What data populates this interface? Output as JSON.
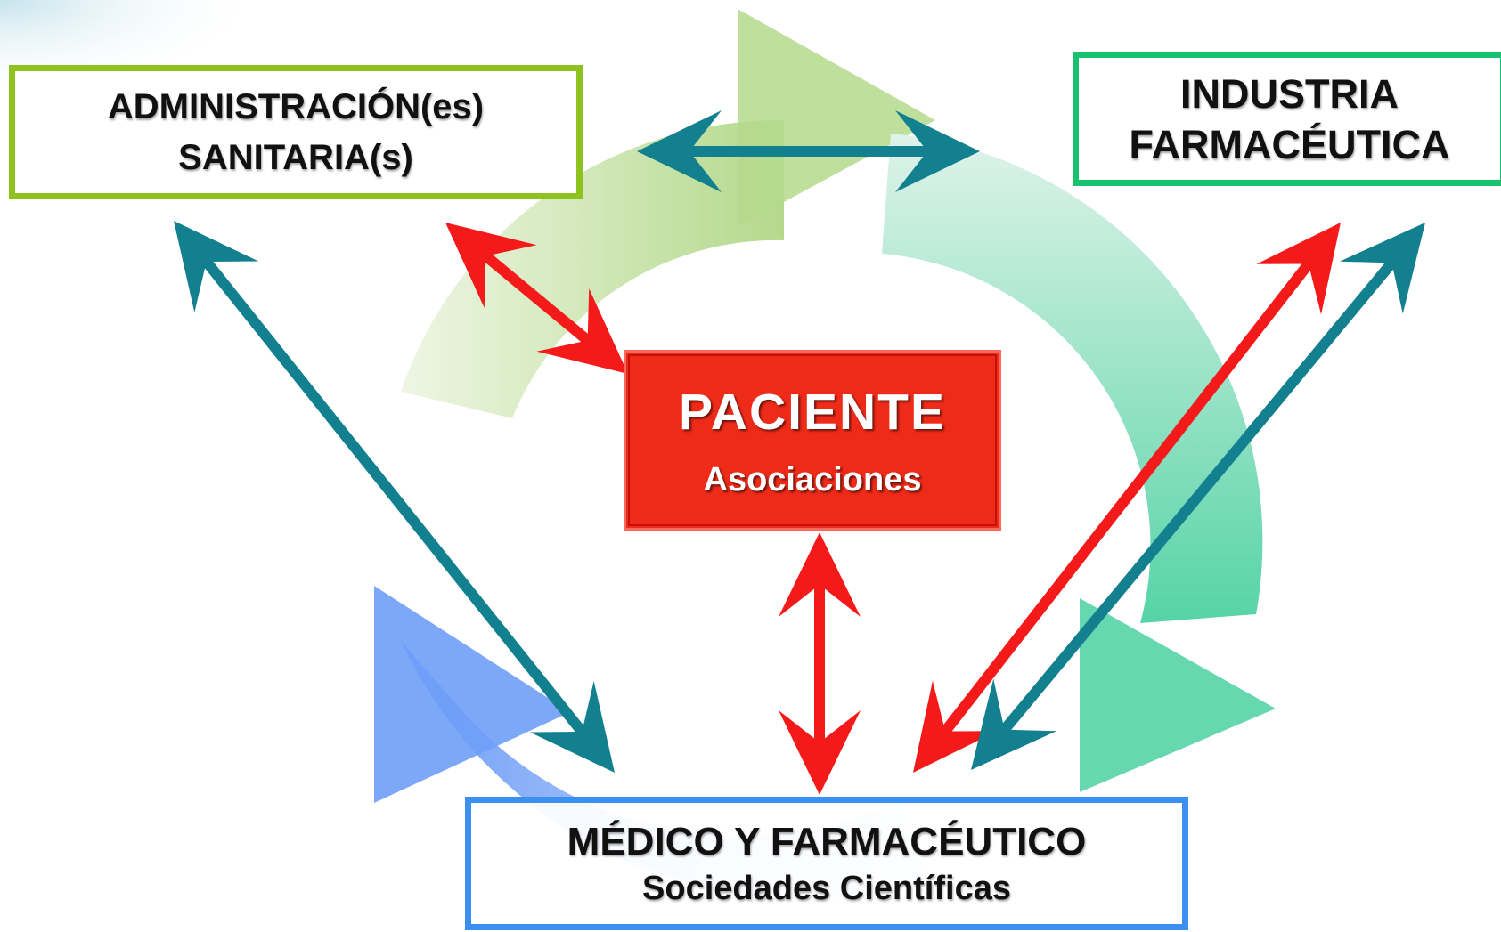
{
  "diagram": {
    "nodes": {
      "admin": {
        "line1": "ADMINISTRACIÓN(es)",
        "line2": "SANITARIA(s)",
        "border_color": "#8dc21f"
      },
      "industria": {
        "line1": "INDUSTRIA",
        "line2": "FARMACÉUTICA",
        "border_color": "#19c06d"
      },
      "paciente": {
        "title": "PACIENTE",
        "subtitle": "Asociaciones",
        "fill_color": "#ee2a18"
      },
      "medico": {
        "title": "MÉDICO Y FARMACÉUTICO",
        "subtitle": "Sociedades Científicas",
        "border_color": "#3a8ff0"
      }
    },
    "connections": [
      {
        "from": "admin",
        "to": "industria",
        "color": "teal",
        "direction": "both"
      },
      {
        "from": "admin",
        "to": "paciente",
        "color": "red",
        "direction": "both"
      },
      {
        "from": "admin",
        "to": "medico",
        "color": "teal",
        "direction": "both"
      },
      {
        "from": "paciente",
        "to": "medico",
        "color": "red",
        "direction": "both"
      },
      {
        "from": "industria",
        "to": "medico",
        "color": "red",
        "direction": "both"
      },
      {
        "from": "industria",
        "to": "medico",
        "color": "teal",
        "direction": "both"
      }
    ],
    "cycle": {
      "direction": "clockwise",
      "colors": [
        "#b4d98c",
        "#56d3a7",
        "#6f9ef7"
      ]
    },
    "colors": {
      "teal": "#13808f",
      "red": "#f51a1a"
    }
  }
}
